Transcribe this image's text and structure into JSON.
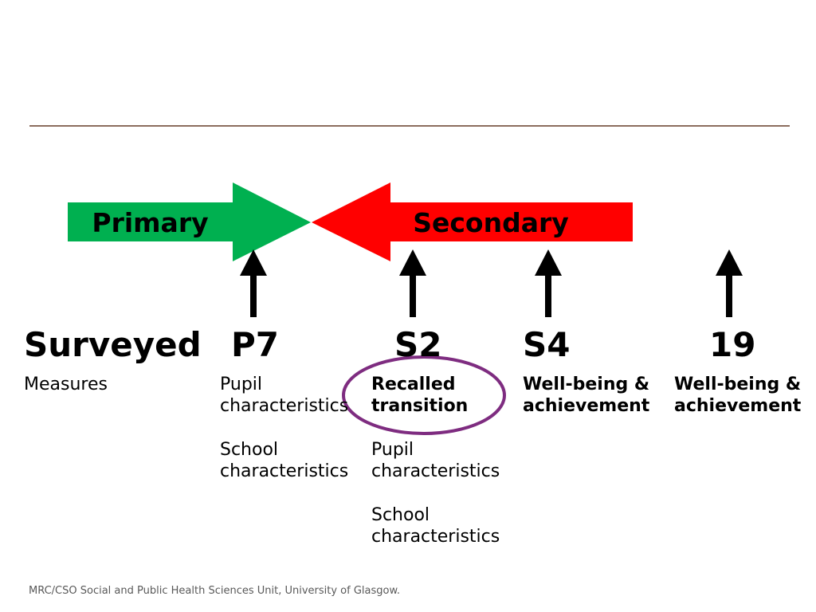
{
  "timeline": {
    "primary": {
      "label": "Primary",
      "color": "#00B050"
    },
    "secondary": {
      "label": "Secondary",
      "color": "#FF0000"
    }
  },
  "rows": {
    "surveyed": "Surveyed",
    "measures": "Measures"
  },
  "columns": [
    {
      "label": "P7",
      "measures": [
        [
          "Pupil",
          "characteristics"
        ],
        [
          "School",
          "characteristics"
        ]
      ]
    },
    {
      "label": "S2",
      "measures": [
        [
          "Recalled",
          "transition"
        ],
        [
          "Pupil",
          "characteristics"
        ],
        [
          "School",
          "characteristics"
        ]
      ]
    },
    {
      "label": "S4",
      "measures": [
        [
          "Well-being &",
          "achievement"
        ]
      ]
    },
    {
      "label": "19",
      "measures": [
        [
          "Well-being &",
          "achievement"
        ]
      ]
    }
  ],
  "colors": {
    "divider": "#8C6D5E",
    "highlight": "#7E2C80"
  },
  "footer": "MRC/CSO Social and Public Health Sciences Unit, University of Glasgow."
}
